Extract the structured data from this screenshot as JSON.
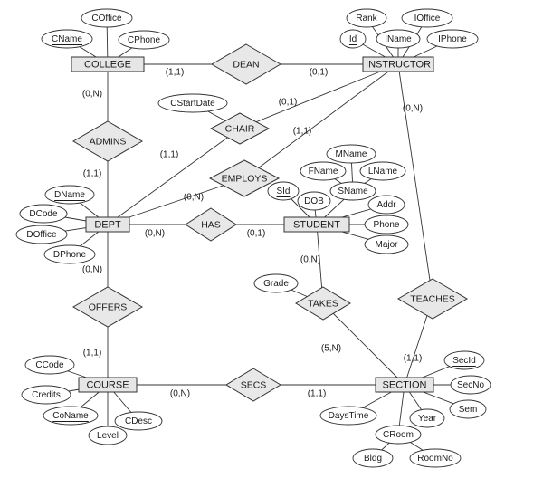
{
  "entities": [
    {
      "id": "college",
      "label": "COLLEGE"
    },
    {
      "id": "instructor",
      "label": "INSTRUCTOR"
    },
    {
      "id": "dept",
      "label": "DEPT"
    },
    {
      "id": "student",
      "label": "STUDENT"
    },
    {
      "id": "course",
      "label": "COURSE"
    },
    {
      "id": "section",
      "label": "SECTION"
    }
  ],
  "relationships": [
    {
      "id": "dean",
      "label": "DEAN"
    },
    {
      "id": "admins",
      "label": "ADMINS"
    },
    {
      "id": "chair",
      "label": "CHAIR"
    },
    {
      "id": "employs",
      "label": "EMPLOYS"
    },
    {
      "id": "has",
      "label": "HAS"
    },
    {
      "id": "offers",
      "label": "OFFERS"
    },
    {
      "id": "takes",
      "label": "TAKES"
    },
    {
      "id": "teaches",
      "label": "TEACHES"
    },
    {
      "id": "secs",
      "label": "SECS"
    }
  ],
  "attributes": [
    {
      "id": "coffice",
      "label": "COffice",
      "key": false
    },
    {
      "id": "cname",
      "label": "CName",
      "key": true
    },
    {
      "id": "cphone",
      "label": "CPhone",
      "key": false
    },
    {
      "id": "rank",
      "label": "Rank",
      "key": false
    },
    {
      "id": "ioffice",
      "label": "IOffice",
      "key": false
    },
    {
      "id": "id",
      "label": "Id",
      "key": true
    },
    {
      "id": "iname",
      "label": "IName",
      "key": false
    },
    {
      "id": "iphone",
      "label": "IPhone",
      "key": false
    },
    {
      "id": "cstartdate",
      "label": "CStartDate",
      "key": false
    },
    {
      "id": "mname",
      "label": "MName",
      "key": false
    },
    {
      "id": "fname",
      "label": "FName",
      "key": false
    },
    {
      "id": "lname",
      "label": "LName",
      "key": false
    },
    {
      "id": "sname",
      "label": "SName",
      "key": false
    },
    {
      "id": "sid",
      "label": "SId",
      "key": true
    },
    {
      "id": "dob",
      "label": "DOB",
      "key": false
    },
    {
      "id": "addr",
      "label": "Addr",
      "key": false
    },
    {
      "id": "phone",
      "label": "Phone",
      "key": false
    },
    {
      "id": "major",
      "label": "Major",
      "key": false
    },
    {
      "id": "dname",
      "label": "DName",
      "key": true
    },
    {
      "id": "dcode",
      "label": "DCode",
      "key": false
    },
    {
      "id": "doffice",
      "label": "DOffice",
      "key": false
    },
    {
      "id": "dphone",
      "label": "DPhone",
      "key": false
    },
    {
      "id": "grade",
      "label": "Grade",
      "key": false
    },
    {
      "id": "ccode",
      "label": "CCode",
      "key": false
    },
    {
      "id": "credits",
      "label": "Credits",
      "key": false
    },
    {
      "id": "coname",
      "label": "CoName",
      "key": true
    },
    {
      "id": "cdesc",
      "label": "CDesc",
      "key": false
    },
    {
      "id": "level",
      "label": "Level",
      "key": false
    },
    {
      "id": "secid",
      "label": "SecId",
      "key": true
    },
    {
      "id": "secno",
      "label": "SecNo",
      "key": false
    },
    {
      "id": "sem",
      "label": "Sem",
      "key": false
    },
    {
      "id": "year",
      "label": "Year",
      "key": false
    },
    {
      "id": "daystime",
      "label": "DaysTime",
      "key": false
    },
    {
      "id": "croom",
      "label": "CRoom",
      "key": false
    },
    {
      "id": "bldg",
      "label": "Bldg",
      "key": false
    },
    {
      "id": "roomno",
      "label": "RoomNo",
      "key": false
    }
  ],
  "cardinalities": [
    {
      "id": "college-dean",
      "label": "(1,1)"
    },
    {
      "id": "dean-instructor",
      "label": "(0,1)"
    },
    {
      "id": "college-admins",
      "label": "(0,N)"
    },
    {
      "id": "admins-dept",
      "label": "(1,1)"
    },
    {
      "id": "chair-instructor",
      "label": "(0,1)"
    },
    {
      "id": "chair-dept",
      "label": "(1,1)"
    },
    {
      "id": "employs-instructor",
      "label": "(1,1)"
    },
    {
      "id": "employs-dept",
      "label": "(0,N)"
    },
    {
      "id": "instructor-teaches",
      "label": "(0,N)"
    },
    {
      "id": "dept-has",
      "label": "(0,N)"
    },
    {
      "id": "has-student",
      "label": "(0,1)"
    },
    {
      "id": "student-takes",
      "label": "(0,N)"
    },
    {
      "id": "takes-section",
      "label": "(5,N)"
    },
    {
      "id": "dept-offers",
      "label": "(0,N)"
    },
    {
      "id": "offers-course",
      "label": "(1,1)"
    },
    {
      "id": "teaches-section",
      "label": "(1,1)"
    },
    {
      "id": "course-secs",
      "label": "(0,N)"
    },
    {
      "id": "secs-section",
      "label": "(1,1)"
    }
  ]
}
